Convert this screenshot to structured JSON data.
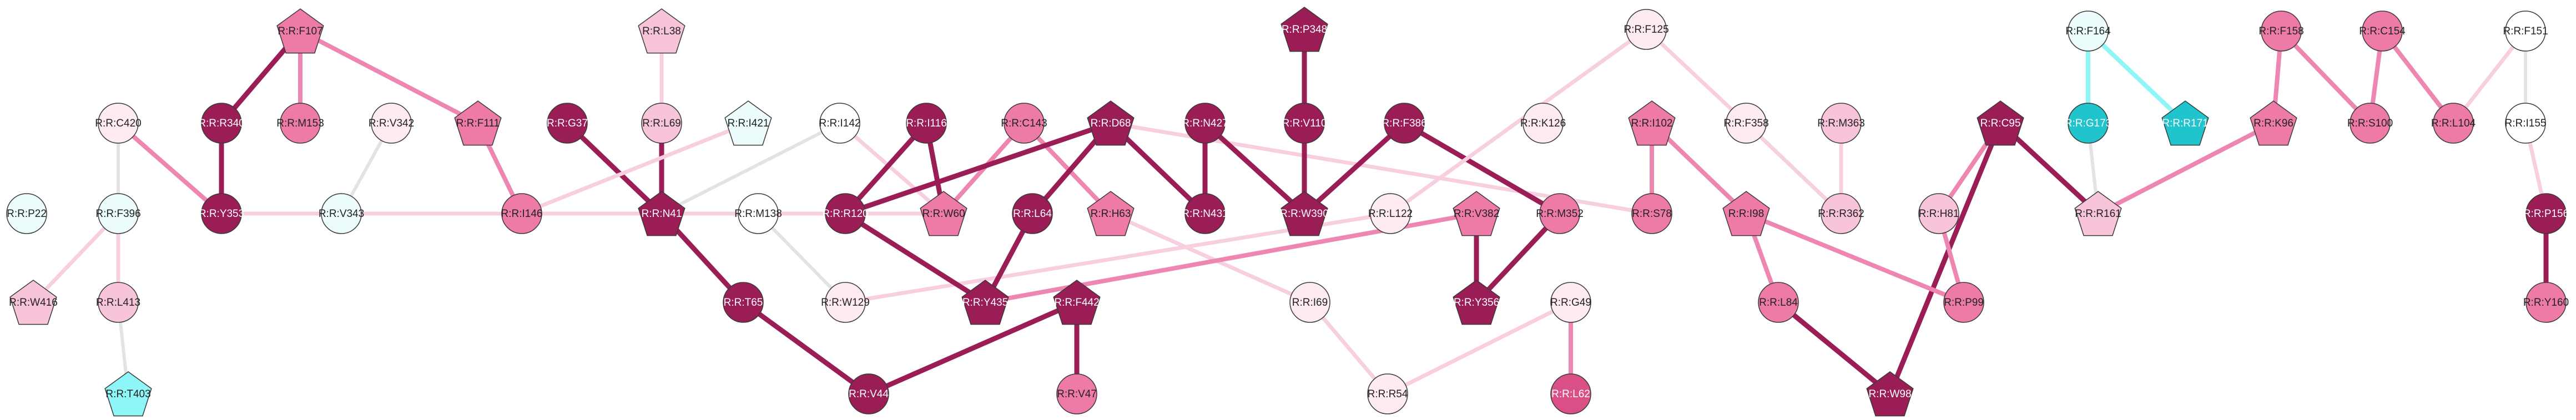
{
  "palette": {
    "c0": "#ffffff",
    "c1": "#fdeaf2",
    "c2": "#f8c4da",
    "c3": "#ee7aa8",
    "c4": "#d94f86",
    "c5": "#9b1d56",
    "c6": "#ecfcfc",
    "c7": "#8ef6f6",
    "c8": "#1fc4cc",
    "e_grey": "#e3e3e3",
    "e_light": "#f7cfe0",
    "e_mid": "#ee86b2",
    "e_dark": "#9b1d56",
    "e_cyan": "#8ef6f6"
  },
  "nodes": [
    {
      "id": "F107",
      "label": "R:R:F107",
      "shape": "pentagon",
      "color": "c3"
    },
    {
      "id": "L38",
      "label": "R:R:L38",
      "shape": "pentagon",
      "color": "c2"
    },
    {
      "id": "P348",
      "label": "R:R:P348",
      "shape": "pentagon",
      "color": "c5"
    },
    {
      "id": "F125",
      "label": "R:R:F125",
      "shape": "circle",
      "color": "c1"
    },
    {
      "id": "F164",
      "label": "R:R:F164",
      "shape": "circle",
      "color": "c6"
    },
    {
      "id": "F158",
      "label": "R:R:F158",
      "shape": "circle",
      "color": "c3"
    },
    {
      "id": "C154",
      "label": "R:R:C154",
      "shape": "circle",
      "color": "c3"
    },
    {
      "id": "F151",
      "label": "R:R:F151",
      "shape": "circle",
      "color": "c0"
    },
    {
      "id": "C420",
      "label": "R:R:C420",
      "shape": "circle",
      "color": "c1"
    },
    {
      "id": "R340",
      "label": "R:R:R340",
      "shape": "circle",
      "color": "c5"
    },
    {
      "id": "M153",
      "label": "R:R:M153",
      "shape": "circle",
      "color": "c3"
    },
    {
      "id": "V342",
      "label": "R:R:V342",
      "shape": "circle",
      "color": "c1"
    },
    {
      "id": "F111",
      "label": "R:R:F111",
      "shape": "pentagon",
      "color": "c3"
    },
    {
      "id": "G37",
      "label": "R:R:G37",
      "shape": "circle",
      "color": "c5"
    },
    {
      "id": "L69",
      "label": "R:R:L69",
      "shape": "circle",
      "color": "c2"
    },
    {
      "id": "I421",
      "label": "R:R:I421",
      "shape": "pentagon",
      "color": "c6"
    },
    {
      "id": "I142",
      "label": "R:R:I142",
      "shape": "circle",
      "color": "c0"
    },
    {
      "id": "I116",
      "label": "R:R:I116",
      "shape": "circle",
      "color": "c5"
    },
    {
      "id": "C143",
      "label": "R:R:C143",
      "shape": "circle",
      "color": "c3"
    },
    {
      "id": "D68",
      "label": "R:R:D68",
      "shape": "pentagon",
      "color": "c5"
    },
    {
      "id": "N427",
      "label": "R:R:N427",
      "shape": "circle",
      "color": "c5"
    },
    {
      "id": "V110",
      "label": "R:R:V110",
      "shape": "circle",
      "color": "c5"
    },
    {
      "id": "F386",
      "label": "R:R:F386",
      "shape": "circle",
      "color": "c5"
    },
    {
      "id": "K126",
      "label": "R:R:K126",
      "shape": "circle",
      "color": "c1"
    },
    {
      "id": "I102",
      "label": "R:R:I102",
      "shape": "pentagon",
      "color": "c3"
    },
    {
      "id": "F358",
      "label": "R:R:F358",
      "shape": "circle",
      "color": "c1"
    },
    {
      "id": "M363",
      "label": "R:R:M363",
      "shape": "circle",
      "color": "c2"
    },
    {
      "id": "C95",
      "label": "R:R:C95",
      "shape": "pentagon",
      "color": "c5"
    },
    {
      "id": "G173",
      "label": "R:R:G173",
      "shape": "circle",
      "color": "c8"
    },
    {
      "id": "R171",
      "label": "R:R:R171",
      "shape": "pentagon",
      "color": "c8"
    },
    {
      "id": "K96",
      "label": "R:R:K96",
      "shape": "pentagon",
      "color": "c3"
    },
    {
      "id": "S100",
      "label": "R:R:S100",
      "shape": "circle",
      "color": "c3"
    },
    {
      "id": "L104",
      "label": "R:R:L104",
      "shape": "circle",
      "color": "c3"
    },
    {
      "id": "I155",
      "label": "R:R:I155",
      "shape": "circle",
      "color": "c0"
    },
    {
      "id": "P22",
      "label": "R:R:P22",
      "shape": "circle",
      "color": "c6"
    },
    {
      "id": "F396",
      "label": "R:R:F396",
      "shape": "circle",
      "color": "c6"
    },
    {
      "id": "Y353",
      "label": "R:R:Y353",
      "shape": "circle",
      "color": "c5"
    },
    {
      "id": "V343",
      "label": "R:R:V343",
      "shape": "circle",
      "color": "c6"
    },
    {
      "id": "I146",
      "label": "R:R:I146",
      "shape": "circle",
      "color": "c3"
    },
    {
      "id": "N41",
      "label": "R:R:N41",
      "shape": "pentagon",
      "color": "c5"
    },
    {
      "id": "M138",
      "label": "R:R:M138",
      "shape": "circle",
      "color": "c0"
    },
    {
      "id": "R120",
      "label": "R:R:R120",
      "shape": "circle",
      "color": "c5"
    },
    {
      "id": "W60",
      "label": "R:R:W60",
      "shape": "pentagon",
      "color": "c3"
    },
    {
      "id": "L64",
      "label": "R:R:L64",
      "shape": "circle",
      "color": "c5"
    },
    {
      "id": "H63",
      "label": "R:R:H63",
      "shape": "pentagon",
      "color": "c3"
    },
    {
      "id": "N431",
      "label": "R:R:N431",
      "shape": "circle",
      "color": "c5"
    },
    {
      "id": "W390",
      "label": "R:R:W390",
      "shape": "pentagon",
      "color": "c5"
    },
    {
      "id": "L122",
      "label": "R:R:L122",
      "shape": "circle",
      "color": "c1"
    },
    {
      "id": "V382",
      "label": "R:R:V382",
      "shape": "pentagon",
      "color": "c3"
    },
    {
      "id": "M352",
      "label": "R:R:M352",
      "shape": "circle",
      "color": "c3"
    },
    {
      "id": "S78",
      "label": "R:R:S78",
      "shape": "circle",
      "color": "c3"
    },
    {
      "id": "I98",
      "label": "R:R:I98",
      "shape": "pentagon",
      "color": "c3"
    },
    {
      "id": "R362",
      "label": "R:R:R362",
      "shape": "circle",
      "color": "c2"
    },
    {
      "id": "H81",
      "label": "R:R:H81",
      "shape": "circle",
      "color": "c2"
    },
    {
      "id": "R161",
      "label": "R:R:R161",
      "shape": "pentagon",
      "color": "c2"
    },
    {
      "id": "P156",
      "label": "R:R:P156",
      "shape": "circle",
      "color": "c5"
    },
    {
      "id": "W416",
      "label": "R:R:W416",
      "shape": "pentagon",
      "color": "c2"
    },
    {
      "id": "L413",
      "label": "R:R:L413",
      "shape": "circle",
      "color": "c2"
    },
    {
      "id": "T65",
      "label": "R:R:T65",
      "shape": "circle",
      "color": "c5"
    },
    {
      "id": "W129",
      "label": "R:R:W129",
      "shape": "circle",
      "color": "c1"
    },
    {
      "id": "Y435",
      "label": "R:R:Y435",
      "shape": "pentagon",
      "color": "c5"
    },
    {
      "id": "F442",
      "label": "R:R:F442",
      "shape": "pentagon",
      "color": "c5"
    },
    {
      "id": "I69",
      "label": "R:R:I69",
      "shape": "circle",
      "color": "c1"
    },
    {
      "id": "Y356",
      "label": "R:R:Y356",
      "shape": "pentagon",
      "color": "c5"
    },
    {
      "id": "G49",
      "label": "R:R:G49",
      "shape": "circle",
      "color": "c1"
    },
    {
      "id": "L84",
      "label": "R:R:L84",
      "shape": "circle",
      "color": "c3"
    },
    {
      "id": "P99",
      "label": "R:R:P99",
      "shape": "circle",
      "color": "c3"
    },
    {
      "id": "Y160",
      "label": "R:R:Y160",
      "shape": "circle",
      "color": "c3"
    },
    {
      "id": "T403",
      "label": "R:R:T403",
      "shape": "pentagon",
      "color": "c7"
    },
    {
      "id": "V44",
      "label": "R:R:V44",
      "shape": "circle",
      "color": "c5"
    },
    {
      "id": "V47",
      "label": "R:R:V47",
      "shape": "circle",
      "color": "c3"
    },
    {
      "id": "R54",
      "label": "R:R:R54",
      "shape": "circle",
      "color": "c1"
    },
    {
      "id": "L62",
      "label": "R:R:L62",
      "shape": "circle",
      "color": "c4"
    },
    {
      "id": "W98",
      "label": "R:R:W98",
      "shape": "pentagon",
      "color": "c5"
    }
  ],
  "edges": [
    {
      "s": "F107",
      "t": "R340",
      "style": "dark"
    },
    {
      "s": "F107",
      "t": "M153",
      "style": "mid"
    },
    {
      "s": "F107",
      "t": "F111",
      "style": "mid"
    },
    {
      "s": "F111",
      "t": "I146",
      "style": "mid"
    },
    {
      "s": "R340",
      "t": "Y353",
      "style": "dark"
    },
    {
      "s": "C420",
      "t": "Y353",
      "style": "mid"
    },
    {
      "s": "C420",
      "t": "F396",
      "style": "grey"
    },
    {
      "s": "V342",
      "t": "V343",
      "style": "grey"
    },
    {
      "s": "L38",
      "t": "L69",
      "style": "light"
    },
    {
      "s": "L69",
      "t": "N41",
      "style": "dark"
    },
    {
      "s": "G37",
      "t": "N41",
      "style": "dark"
    },
    {
      "s": "I421",
      "t": "I146",
      "style": "light"
    },
    {
      "s": "I142",
      "t": "N41",
      "style": "grey"
    },
    {
      "s": "I142",
      "t": "W60",
      "style": "light"
    },
    {
      "s": "I116",
      "t": "W60",
      "style": "dark"
    },
    {
      "s": "I116",
      "t": "R120",
      "style": "dark"
    },
    {
      "s": "C143",
      "t": "W60",
      "style": "mid"
    },
    {
      "s": "C143",
      "t": "H63",
      "style": "mid"
    },
    {
      "s": "D68",
      "t": "R120",
      "style": "dark"
    },
    {
      "s": "D68",
      "t": "L64",
      "style": "dark"
    },
    {
      "s": "D68",
      "t": "N431",
      "style": "dark"
    },
    {
      "s": "D68",
      "t": "S78",
      "style": "light"
    },
    {
      "s": "N427",
      "t": "N431",
      "style": "dark"
    },
    {
      "s": "N427",
      "t": "W390",
      "style": "dark"
    },
    {
      "s": "P348",
      "t": "V110",
      "style": "dark"
    },
    {
      "s": "V110",
      "t": "W390",
      "style": "dark"
    },
    {
      "s": "F386",
      "t": "W390",
      "style": "dark"
    },
    {
      "s": "F386",
      "t": "M352",
      "style": "dark"
    },
    {
      "s": "F125",
      "t": "L122",
      "style": "light"
    },
    {
      "s": "F125",
      "t": "F358",
      "style": "light"
    },
    {
      "s": "L122",
      "t": "W129",
      "style": "light"
    },
    {
      "s": "I102",
      "t": "S78",
      "style": "mid"
    },
    {
      "s": "I102",
      "t": "I98",
      "style": "mid"
    },
    {
      "s": "F358",
      "t": "R362",
      "style": "light"
    },
    {
      "s": "M363",
      "t": "R362",
      "style": "light"
    },
    {
      "s": "C95",
      "t": "H81",
      "style": "mid"
    },
    {
      "s": "C95",
      "t": "R161",
      "style": "dark"
    },
    {
      "s": "C95",
      "t": "W98",
      "style": "dark"
    },
    {
      "s": "F164",
      "t": "G173",
      "style": "cyan"
    },
    {
      "s": "F164",
      "t": "R171",
      "style": "cyan"
    },
    {
      "s": "G173",
      "t": "R161",
      "style": "grey"
    },
    {
      "s": "F158",
      "t": "K96",
      "style": "mid"
    },
    {
      "s": "F158",
      "t": "S100",
      "style": "mid"
    },
    {
      "s": "C154",
      "t": "S100",
      "style": "mid"
    },
    {
      "s": "C154",
      "t": "L104",
      "style": "mid"
    },
    {
      "s": "K96",
      "t": "R161",
      "style": "mid"
    },
    {
      "s": "F151",
      "t": "L104",
      "style": "light"
    },
    {
      "s": "F151",
      "t": "I155",
      "style": "grey"
    },
    {
      "s": "I155",
      "t": "P156",
      "style": "light"
    },
    {
      "s": "P156",
      "t": "Y160",
      "style": "dark"
    },
    {
      "s": "F396",
      "t": "W416",
      "style": "light"
    },
    {
      "s": "F396",
      "t": "L413",
      "style": "light"
    },
    {
      "s": "L413",
      "t": "T403",
      "style": "grey"
    },
    {
      "s": "Y353",
      "t": "W60",
      "style": "light"
    },
    {
      "s": "N41",
      "t": "T65",
      "style": "dark"
    },
    {
      "s": "M138",
      "t": "W129",
      "style": "grey"
    },
    {
      "s": "R120",
      "t": "Y435",
      "style": "dark"
    },
    {
      "s": "L64",
      "t": "Y435",
      "style": "dark"
    },
    {
      "s": "H63",
      "t": "I69",
      "style": "light"
    },
    {
      "s": "T65",
      "t": "V44",
      "style": "dark"
    },
    {
      "s": "F442",
      "t": "V44",
      "style": "dark"
    },
    {
      "s": "F442",
      "t": "V47",
      "style": "dark"
    },
    {
      "s": "V382",
      "t": "Y435",
      "style": "mid"
    },
    {
      "s": "V382",
      "t": "Y356",
      "style": "dark"
    },
    {
      "s": "M352",
      "t": "Y356",
      "style": "dark"
    },
    {
      "s": "I69",
      "t": "R54",
      "style": "light"
    },
    {
      "s": "G49",
      "t": "R54",
      "style": "light"
    },
    {
      "s": "G49",
      "t": "L62",
      "style": "mid"
    },
    {
      "s": "I98",
      "t": "L84",
      "style": "mid"
    },
    {
      "s": "I98",
      "t": "P99",
      "style": "mid"
    },
    {
      "s": "H81",
      "t": "P99",
      "style": "mid"
    },
    {
      "s": "L84",
      "t": "W98",
      "style": "dark"
    }
  ]
}
